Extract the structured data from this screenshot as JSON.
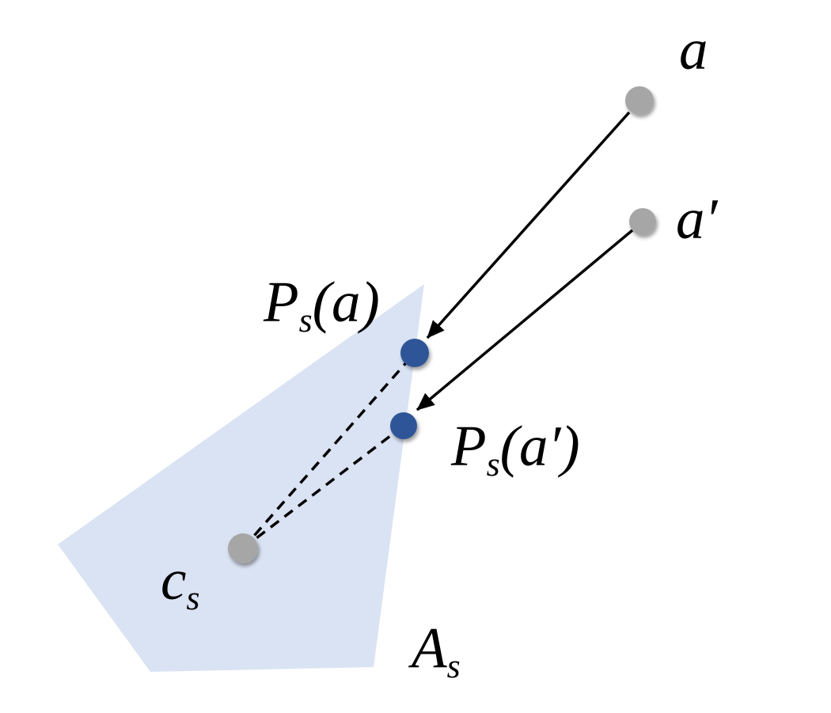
{
  "colors": {
    "background": "#ffffff",
    "region_fill": "#dae3f3",
    "projection_point": "#2f5597",
    "outer_point": "#a6a6a6",
    "line": "#000000"
  },
  "labels": {
    "outer_point_a": {
      "base": "a"
    },
    "outer_point_a_prime": {
      "base": "a′"
    },
    "projection_of_a": {
      "base": "P",
      "sub": "s",
      "arg": "(a)"
    },
    "projection_of_a_prime": {
      "base": "P",
      "sub": "s",
      "arg": "(a′)"
    },
    "center_point": {
      "base": "c",
      "sub": "s"
    },
    "action_region": {
      "base": "A",
      "sub": "s"
    }
  }
}
